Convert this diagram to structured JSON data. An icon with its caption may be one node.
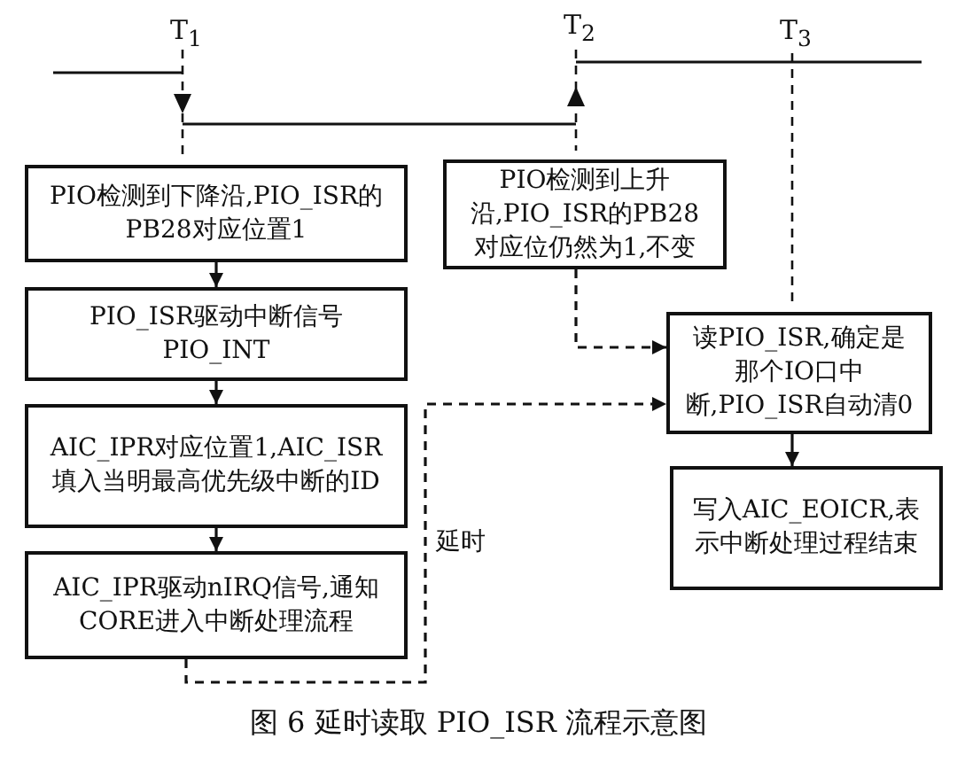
{
  "diagram": {
    "caption": "图 6 延时读取 PIO_ISR 流程示意图",
    "nodes": [
      {
        "text": [
          "PIO检测到下降沿,PIO_ISR的PB28对应位置1"
        ]
      },
      {
        "text": [
          "PIO_ISR驱动中断信号PIO_INT"
        ]
      },
      {
        "text": [
          "AIC_IPR对应位置1,AIC_ISR填入当明最高优先级中断的ID"
        ]
      },
      {
        "text": [
          "AIC_IPR驱动nIRQ信号,通知CORE进入中断处理流程"
        ]
      },
      {
        "text": [
          "PIO检测到上升沿,PIO_ISR的PB28对应位仍然为1,不变"
        ]
      },
      {
        "text": [
          "读PIO_ISR,确定是那个IO口中断,PIO_ISR自动清0"
        ]
      },
      {
        "text": [
          "写入AIC_EOICR,表示中断处理过程结束"
        ]
      }
    ],
    "edges": [
      {
        "from": 0,
        "to": 1,
        "arrow": "to"
      },
      {
        "from": 1,
        "to": 2,
        "arrow": "to"
      },
      {
        "from": 2,
        "to": 3,
        "arrow": "to"
      },
      {
        "from": 4,
        "to": 5,
        "arrow": "to",
        "style": "dashed"
      },
      {
        "from": 3,
        "to": 5,
        "arrow": "to",
        "style": "dashed",
        "label": "延时"
      },
      {
        "from": 5,
        "to": 6,
        "arrow": "to"
      }
    ],
    "labels": [
      "T$_{1}$",
      "T$_{2}$",
      "T$_{3}$"
    ]
  }
}
